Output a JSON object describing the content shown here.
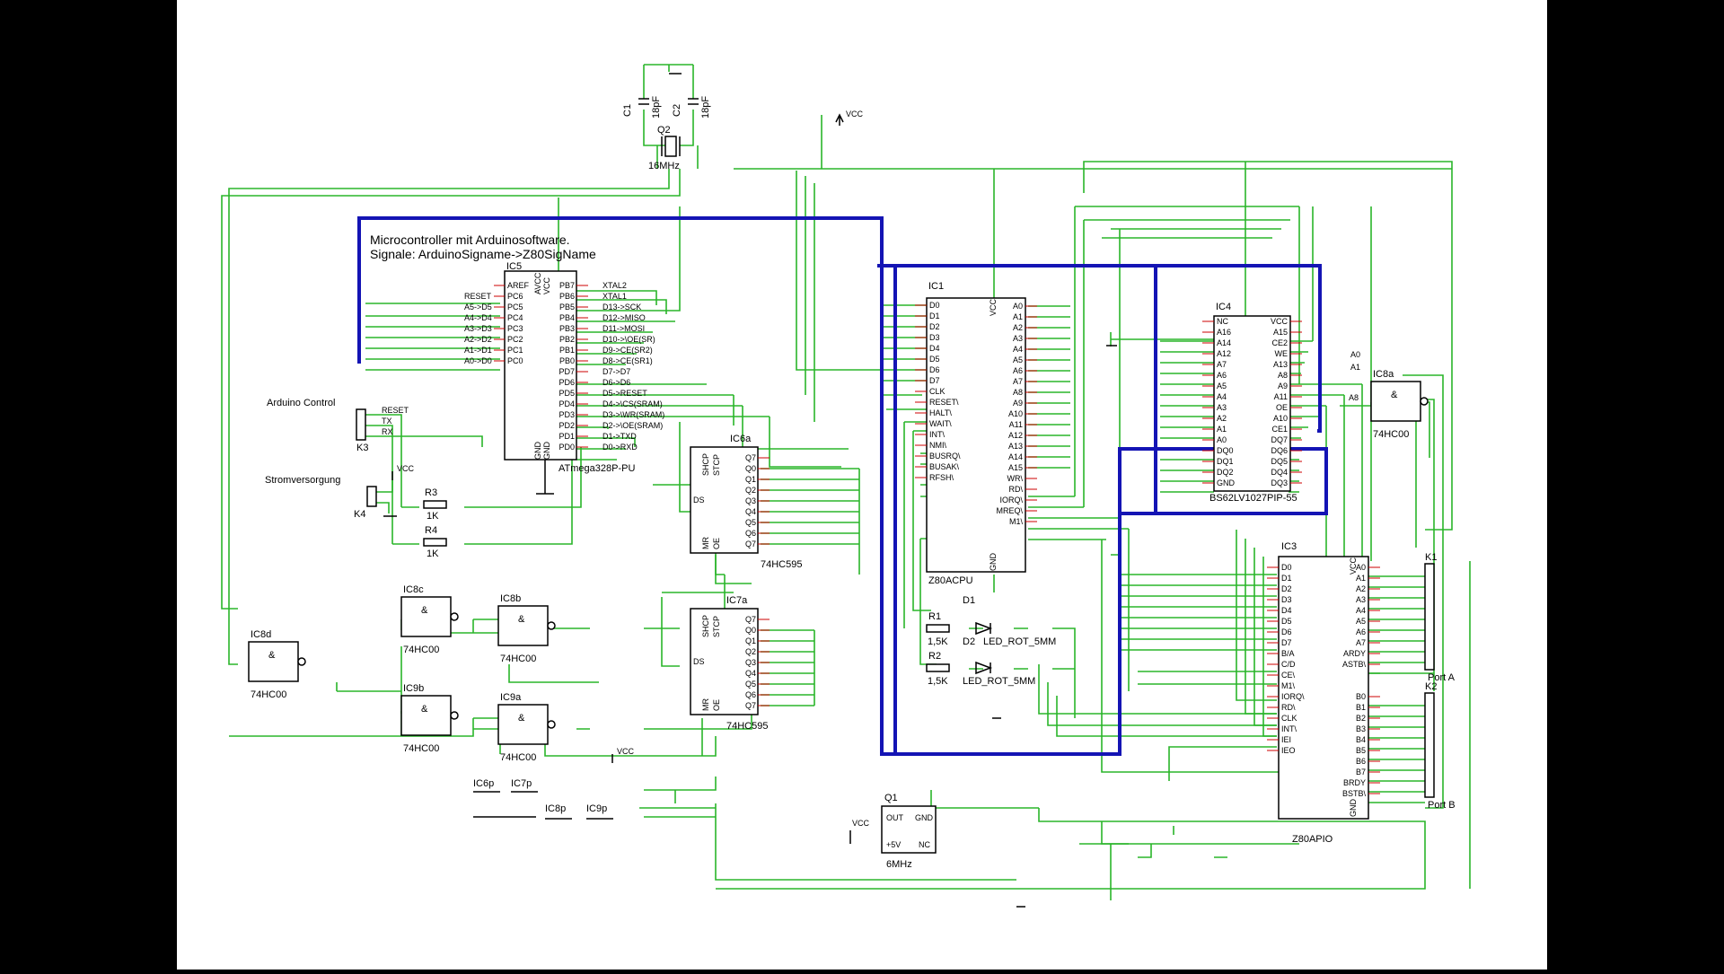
{
  "title_lines": [
    "Microcontroller mit Arduinosoftware.",
    "Signale: ArduinoSigname->Z80SigName"
  ],
  "supply": {
    "vcc": "VCC"
  },
  "ic5": {
    "name": "IC5",
    "part": "ATmega328P-PU",
    "left_pins": [
      "AREF",
      "PC6",
      "PC5",
      "PC4",
      "PC3",
      "PC2",
      "PC1",
      "PC0"
    ],
    "left_signals": [
      "RESET",
      "A5->D5",
      "A4->D4",
      "A3->D3",
      "A2->D2",
      "A1->D1",
      "A0->D0"
    ],
    "right_pins": [
      "PB7",
      "PB6",
      "PB5",
      "PB4",
      "PB3",
      "PB2",
      "PB1",
      "PB0",
      "PD7",
      "PD6",
      "PD5",
      "PD4",
      "PD3",
      "PD2",
      "PD1",
      "PD0"
    ],
    "right_signals": [
      "XTAL2",
      "XTAL1",
      "D13->SCK",
      "D12->MISO",
      "D11->MOSI",
      "D10->\\OE(SR)",
      "D9->CE(SR2)",
      "D8->CE(SR1)",
      "D7->D7",
      "D6->D6",
      "D5->RESET",
      "D4->\\CS(SRAM)",
      "D3->\\WR(SRAM)",
      "D2->\\OE(SRAM)",
      "D1->TXD",
      "D0->RXD"
    ],
    "top_pins": [
      "AVCC",
      "VCC"
    ],
    "bottom_pins": [
      "GND",
      "GND"
    ]
  },
  "crystal": {
    "name": "Q2",
    "value": "16MHz"
  },
  "caps": [
    {
      "name": "C1",
      "value": "18pF"
    },
    {
      "name": "C2",
      "value": "18pF"
    }
  ],
  "arduino_control": {
    "label": "Arduino Control",
    "conn": "K3",
    "pins": [
      "RESET",
      "TX",
      "RX"
    ]
  },
  "power": {
    "label": "Stromversorgung",
    "conn": "K4"
  },
  "resistors": [
    {
      "name": "R3",
      "value": "1K"
    },
    {
      "name": "R4",
      "value": "1K"
    },
    {
      "name": "R1",
      "value": "1,5K"
    },
    {
      "name": "R2",
      "value": "1,5K"
    }
  ],
  "shift_regs": [
    {
      "name": "IC6a",
      "part": "74HC595",
      "pins_left": [
        "SHCP",
        "STCP",
        "DS",
        "MR",
        "OE"
      ],
      "outputs": [
        "Q7",
        "Q0",
        "Q1",
        "Q2",
        "Q3",
        "Q4",
        "Q5",
        "Q6",
        "Q7"
      ]
    },
    {
      "name": "IC7a",
      "part": "74HC595",
      "pins_left": [
        "SHCP",
        "STCP",
        "DS",
        "MR",
        "OE"
      ],
      "outputs": [
        "Q7",
        "Q0",
        "Q1",
        "Q2",
        "Q3",
        "Q4",
        "Q5",
        "Q6",
        "Q7"
      ]
    }
  ],
  "gates": [
    {
      "name": "IC8c",
      "part": "74HC00",
      "sym": "&"
    },
    {
      "name": "IC8b",
      "part": "74HC00",
      "sym": "&"
    },
    {
      "name": "IC8d",
      "part": "74HC00",
      "sym": "&"
    },
    {
      "name": "IC9b",
      "part": "74HC00",
      "sym": "&"
    },
    {
      "name": "IC9a",
      "part": "74HC00",
      "sym": "&"
    },
    {
      "name": "IC8a",
      "part": "74HC00",
      "sym": "&"
    }
  ],
  "power_units": [
    "IC6p",
    "IC7p",
    "IC8p",
    "IC9p"
  ],
  "ic1": {
    "name": "IC1",
    "part": "Z80ACPU",
    "left": [
      "D0",
      "D1",
      "D2",
      "D3",
      "D4",
      "D5",
      "D6",
      "D7",
      "CLK",
      "RESET\\",
      "HALT\\",
      "WAIT\\",
      "INT\\",
      "NMI\\",
      "BUSRQ\\",
      "BUSAK\\",
      "RFSH\\"
    ],
    "right": [
      "A0",
      "A1",
      "A2",
      "A3",
      "A4",
      "A5",
      "A6",
      "A7",
      "A8",
      "A9",
      "A10",
      "A11",
      "A12",
      "A13",
      "A14",
      "A15",
      "WR\\",
      "RD\\",
      "IORQ\\",
      "MREQ\\",
      "M1\\"
    ],
    "top": "VCC",
    "bottom": "GND"
  },
  "ic4": {
    "name": "IC4",
    "part": "BS62LV1027PIP-55",
    "left": [
      "NC",
      "A16",
      "A14",
      "A12",
      "A7",
      "A6",
      "A5",
      "A4",
      "A3",
      "A2",
      "A1",
      "A0",
      "DQ0",
      "DQ1",
      "DQ2",
      "GND"
    ],
    "right": [
      "VCC",
      "A15",
      "CE2",
      "WE",
      "A13",
      "A8",
      "A9",
      "A11",
      "OE",
      "A10",
      "CE1",
      "DQ7",
      "DQ6",
      "DQ5",
      "DQ4",
      "DQ3"
    ]
  },
  "ic8a_inputs": [
    "A0",
    "A1",
    "A8"
  ],
  "ic3": {
    "name": "IC3",
    "part": "Z80APIO",
    "left": [
      "D0",
      "D1",
      "D2",
      "D3",
      "D4",
      "D5",
      "D6",
      "D7",
      "B/A",
      "C/D",
      "CE\\",
      "M1\\",
      "IORQ\\",
      "RD\\",
      "CLK",
      "INT\\",
      "IEI",
      "IEO"
    ],
    "right_a": [
      "A0",
      "A1",
      "A2",
      "A3",
      "A4",
      "A5",
      "A6",
      "A7",
      "ARDY",
      "ASTB\\"
    ],
    "right_b": [
      "B0",
      "B1",
      "B2",
      "B3",
      "B4",
      "B5",
      "B6",
      "B7",
      "BRDY",
      "BSTB\\"
    ],
    "top": "VCC",
    "bottom": "GND"
  },
  "ports": [
    {
      "conn": "K1",
      "label": "Port A"
    },
    {
      "conn": "K2",
      "label": "Port B"
    }
  ],
  "leds": [
    {
      "name": "D1",
      "value": "LED_ROT_5MM"
    },
    {
      "name": "D2",
      "value": "LED_ROT_5MM"
    }
  ],
  "osc": {
    "name": "Q1",
    "value": "6MHz",
    "pins": [
      "OUT",
      "GND",
      "+5V",
      "NC"
    ]
  }
}
